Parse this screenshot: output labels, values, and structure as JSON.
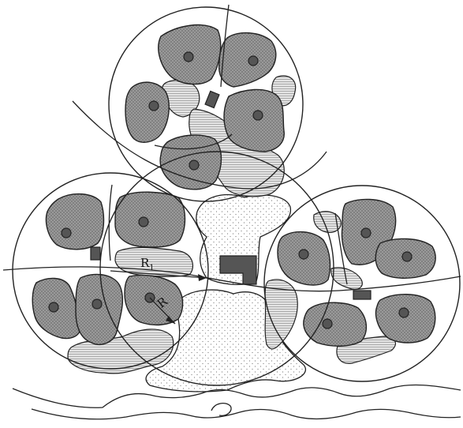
{
  "figure": {
    "labels": {
      "r1_main": "R",
      "r1_sub": "1",
      "r2_main": "R",
      "r2_sub": ""
    }
  }
}
